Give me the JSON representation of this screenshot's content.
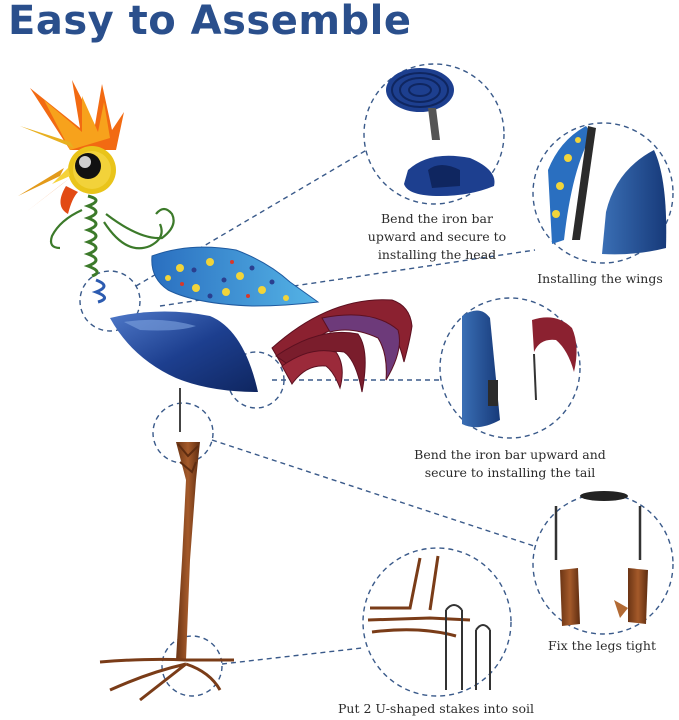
{
  "title": "Easy to Assemble",
  "captions": {
    "head": [
      "Bend the iron bar",
      "upward and secure to",
      "installing the head"
    ],
    "wings": "Installing the wings",
    "tail": [
      "Bend the iron bar upward and",
      "secure to installing the tail"
    ],
    "legs": "Fix the legs tight",
    "stakes": "Put 2 U-shaped stakes into soil"
  },
  "colors": {
    "title": "#2a4f8c",
    "dash": "#3a5a8a",
    "body_blue": "#1d3f8f",
    "wing_blue": "#3a8ecf",
    "tail_red": "#8b2130",
    "rust": "#8a4a22",
    "comb_orange": "#f26a12",
    "comb_yellow": "#f4b820"
  }
}
